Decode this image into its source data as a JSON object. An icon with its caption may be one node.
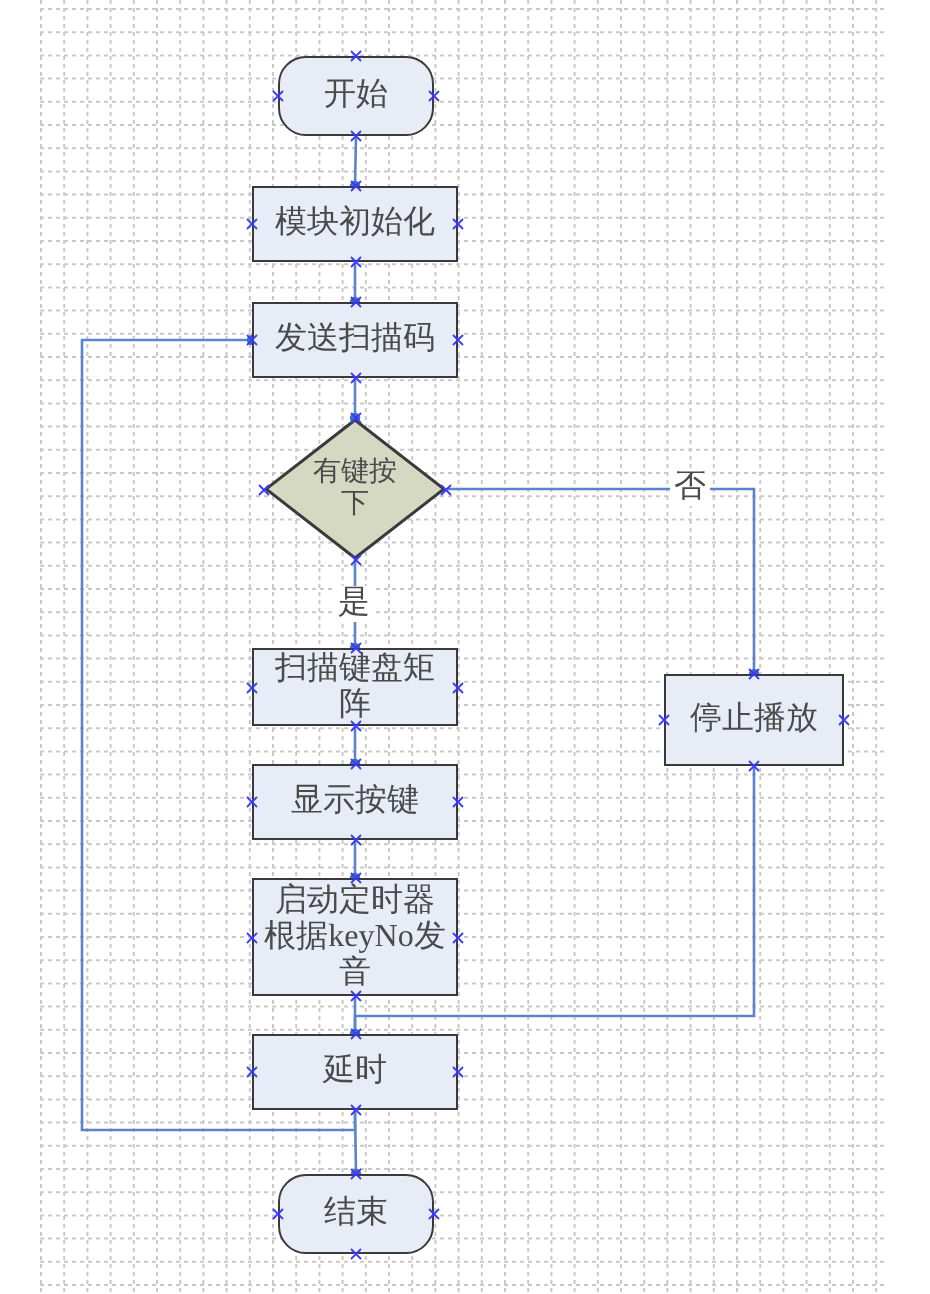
{
  "diagram": {
    "nodes": [
      {
        "text": [
          "开始"
        ]
      },
      {
        "text": [
          "模块初始化"
        ]
      },
      {
        "text": [
          "发送扫描码"
        ]
      },
      {
        "text": [
          "有键按下"
        ]
      },
      {
        "text": [
          "扫描键盘矩阵"
        ]
      },
      {
        "text": [
          "停止播放"
        ]
      },
      {
        "text": [
          "显示按键"
        ]
      },
      {
        "text": [
          "启动定时器根据keyNo发音"
        ]
      },
      {
        "text": [
          "延时"
        ]
      },
      {
        "text": [
          "结束"
        ]
      }
    ],
    "edges": [
      {
        "from": 0,
        "to": 1,
        "arrow": "other"
      },
      {
        "from": 1,
        "to": 2,
        "arrow": "other"
      },
      {
        "from": 2,
        "to": 3,
        "arrow": "other"
      },
      {
        "from": 3,
        "to": 4,
        "arrow": "other",
        "label": "是"
      },
      {
        "from": 3,
        "to": 5,
        "arrow": "other",
        "label": "否"
      },
      {
        "from": 4,
        "to": 6,
        "arrow": "other"
      },
      {
        "from": 6,
        "to": 7,
        "arrow": "other"
      },
      {
        "from": 7,
        "to": 8,
        "arrow": "other"
      },
      {
        "from": 5,
        "to": 8,
        "arrow": "other"
      },
      {
        "from": 8,
        "to": 2,
        "arrow": "other"
      },
      {
        "from": 8,
        "to": 9,
        "arrow": "other"
      }
    ]
  }
}
